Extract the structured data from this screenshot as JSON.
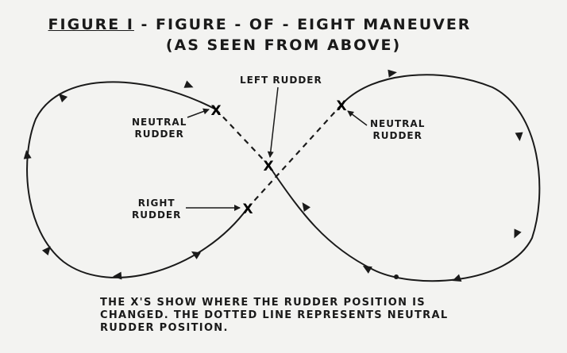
{
  "figure": {
    "title_prefix": "FIGURE I",
    "title_line1_rest": " - FIGURE - OF - EIGHT  MANEUVER",
    "title_line2": "(AS SEEN FROM ABOVE)"
  },
  "labels": {
    "left_rudder": "LEFT RUDDER",
    "neutral_rudder_left": "NEUTRAL\nRUDDER",
    "neutral_rudder_right": "NEUTRAL\nRUDDER",
    "right_rudder": "RIGHT\nRUDDER",
    "x_mark": "X"
  },
  "caption": "THE X'S SHOW WHERE THE RUDDER POSITION IS\nCHANGED. THE DOTTED LINE REPRESENTS NEUTRAL\nRUDDER POSITION.",
  "colors": {
    "ink": "#1a1a1a",
    "paper": "#f3f3f1"
  }
}
